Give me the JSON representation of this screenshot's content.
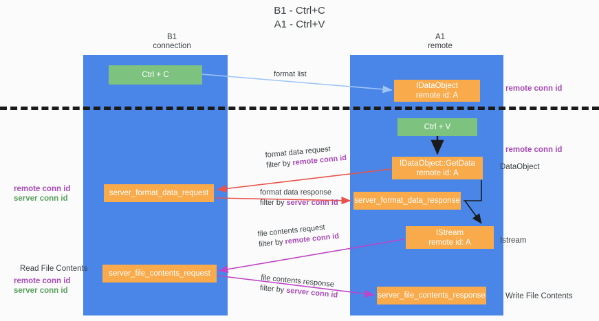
{
  "title": {
    "line1": "B1 - Ctrl+C",
    "line2": "A1 - Ctrl+V"
  },
  "columns": {
    "left": {
      "name": "B1",
      "role": "connection"
    },
    "right": {
      "name": "A1",
      "role": "remote"
    }
  },
  "nodes": {
    "ctrl_c": {
      "label": "Ctrl + C",
      "sub": "",
      "color": "#7dc37f"
    },
    "idataobject": {
      "label": "IDataObject",
      "sub": "remote id: A",
      "color": "#f9aa4b"
    },
    "ctrl_v": {
      "label": "Ctrl + V",
      "sub": "",
      "color": "#7dc37f"
    },
    "getdata": {
      "label": "IDataObject::GetData",
      "sub": "remote id: A",
      "color": "#f9aa4b"
    },
    "server_format_data_request": {
      "label": "server_format_data_request",
      "sub": "",
      "color": "#f9aa4b"
    },
    "server_format_data_response": {
      "label": "server_format_data_response",
      "sub": "",
      "color": "#f9aa4b"
    },
    "istream": {
      "label": "IStream",
      "sub": "remote id: A",
      "color": "#f9aa4b"
    },
    "server_file_contents_request": {
      "label": "server_file_contents_request",
      "sub": "",
      "color": "#f9aa4b"
    },
    "server_file_contents_response": {
      "label": "server_file_contents_response",
      "sub": "",
      "color": "#f9aa4b"
    }
  },
  "edges": {
    "format_list": {
      "label": "format list"
    },
    "format_data_request": {
      "label": "format data request",
      "filter_prefix": "filter by ",
      "filter_key": "remote conn id"
    },
    "format_data_response": {
      "label": "format data response",
      "filter_prefix": "filter by ",
      "filter_key": "server conn id"
    },
    "file_contents_request": {
      "label": "file contents request",
      "filter_prefix": "filter by ",
      "filter_key": "remote conn id"
    },
    "file_contents_response": {
      "label": "file contents response",
      "filter_prefix": "filter by ",
      "filter_key": "server conn id"
    }
  },
  "annotations": {
    "right_remote_conn_1": "remote conn id",
    "right_remote_conn_2": "remote conn id",
    "right_dataobject": "DataObject",
    "right_istream": "Istream",
    "right_write_file_contents": "Write File Contents",
    "left_mid_remote": "remote conn id",
    "left_mid_server": "server conn id",
    "left_read_file_contents": "Read File Contents",
    "left_bot_remote": "remote conn id",
    "left_bot_server": "server conn id"
  },
  "colors": {
    "lane": "#4a86e8",
    "green_node": "#7dc37f",
    "orange_node": "#f9aa4b",
    "purple_text": "#a64ab5",
    "green_text": "#5aa05e",
    "blue_arrow": "#9fc5f8",
    "red_arrow": "#e8524a",
    "magenta_arrow": "#bd45c7",
    "black_arrow": "#1a1a1a",
    "background": "#fbfbfb"
  }
}
